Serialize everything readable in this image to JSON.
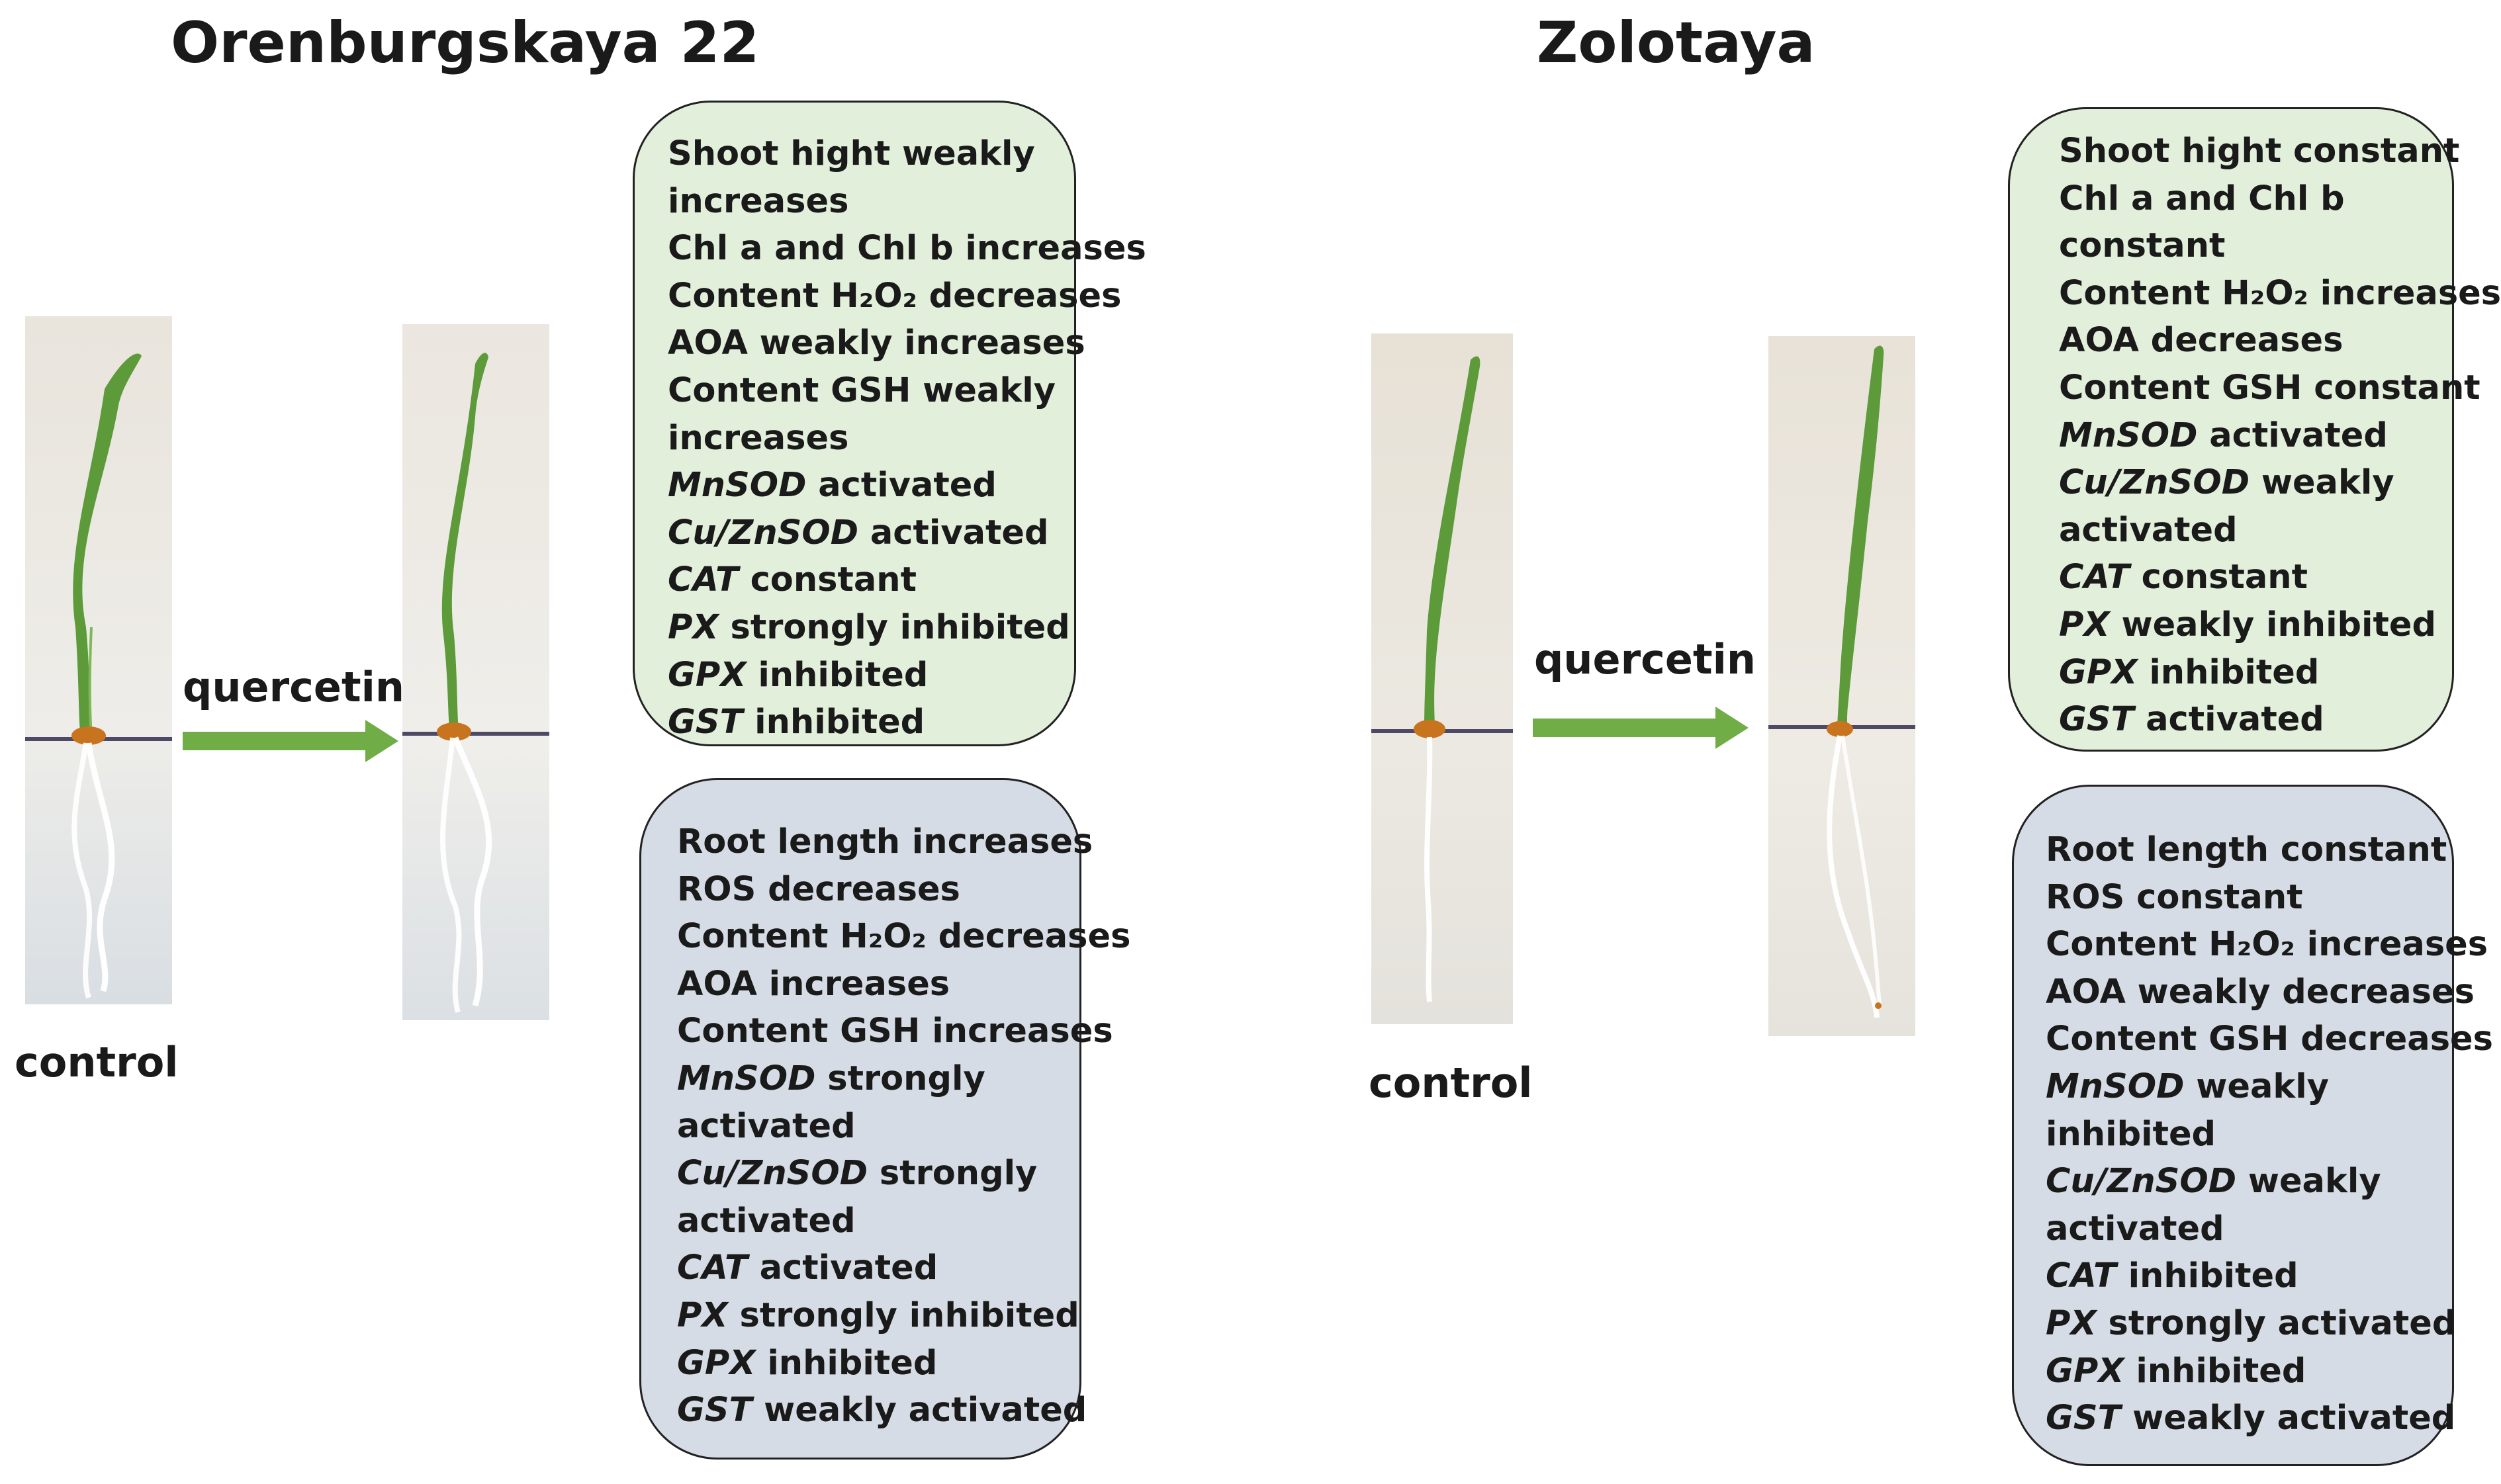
{
  "left": {
    "title": "Orenburgskaya 22",
    "control_label": "control",
    "treatment_label": "quercetin",
    "shoot_lines": [
      {
        "term": "",
        "text": "Shoot hight weakly"
      },
      {
        "term": "",
        "text": "increases"
      },
      {
        "term": "",
        "text": "Chl a and Chl b increases"
      },
      {
        "term": "",
        "text": "Content H₂O₂ decreases"
      },
      {
        "term": "",
        "text": "AOA weakly increases"
      },
      {
        "term": "",
        "text": "Content GSH weakly"
      },
      {
        "term": "",
        "text": "increases"
      },
      {
        "term": "MnSOD",
        "text": " activated"
      },
      {
        "term": "Cu/ZnSOD",
        "text": " activated"
      },
      {
        "term": "CAT",
        "text": " constant"
      },
      {
        "term": "PX",
        "text": " strongly inhibited"
      },
      {
        "term": "GPX",
        "text": " inhibited"
      },
      {
        "term": "GST",
        "text": " inhibited"
      }
    ],
    "root_lines": [
      {
        "term": "",
        "text": "Root length increases"
      },
      {
        "term": "",
        "text": "ROS decreases"
      },
      {
        "term": "",
        "text": "Content H₂O₂ decreases"
      },
      {
        "term": "",
        "text": "AOA increases"
      },
      {
        "term": "",
        "text": "Content GSH increases"
      },
      {
        "term": "MnSOD",
        "text": " strongly"
      },
      {
        "term": "",
        "text": "activated"
      },
      {
        "term": "Cu/ZnSOD",
        "text": " strongly"
      },
      {
        "term": "",
        "text": "activated"
      },
      {
        "term": "CAT",
        "text": " activated"
      },
      {
        "term": "PX",
        "text": " strongly inhibited"
      },
      {
        "term": "GPX",
        "text": " inhibited"
      },
      {
        "term": "GST",
        "text": " weakly activated"
      }
    ]
  },
  "right": {
    "title": "Zolotaya",
    "control_label": "control",
    "treatment_label": "quercetin",
    "shoot_lines": [
      {
        "term": "",
        "text": "Shoot hight constant"
      },
      {
        "term": "",
        "text": "Chl a and Chl b"
      },
      {
        "term": "",
        "text": "constant"
      },
      {
        "term": "",
        "text": "Content H₂O₂ increases"
      },
      {
        "term": "",
        "text": "AOA  decreases"
      },
      {
        "term": "",
        "text": "Content GSH constant"
      },
      {
        "term": "MnSOD",
        "text": " activated"
      },
      {
        "term": "Cu/ZnSOD",
        "text": " weakly"
      },
      {
        "term": "",
        "text": "activated"
      },
      {
        "term": "CAT",
        "text": " constant"
      },
      {
        "term": "PX",
        "text": " weakly inhibited"
      },
      {
        "term": "GPX",
        "text": " inhibited"
      },
      {
        "term": "GST",
        "text": " activated"
      }
    ],
    "root_lines": [
      {
        "term": "",
        "text": "Root length constant"
      },
      {
        "term": "",
        "text": "ROS constant"
      },
      {
        "term": "",
        "text": "Content H₂O₂ increases"
      },
      {
        "term": "",
        "text": "AOA  weakly decreases"
      },
      {
        "term": "",
        "text": "Content GSH decreases"
      },
      {
        "term": "MnSOD",
        "text": " weakly"
      },
      {
        "term": "",
        "text": "inhibited"
      },
      {
        "term": "Cu/ZnSOD",
        "text": " weakly"
      },
      {
        "term": "",
        "text": "activated"
      },
      {
        "term": "CAT",
        "text": " inhibited"
      },
      {
        "term": "PX",
        "text": " strongly activated"
      },
      {
        "term": "GPX",
        "text": " inhibited"
      },
      {
        "term": "GST",
        "text": " weakly activated"
      }
    ]
  },
  "colors": {
    "shoot_panel": "#e2efda",
    "root_panel": "#d6dce5",
    "arrow": "#70ad47",
    "leaf": "#5c9a3a",
    "seed": "#c8741f"
  }
}
